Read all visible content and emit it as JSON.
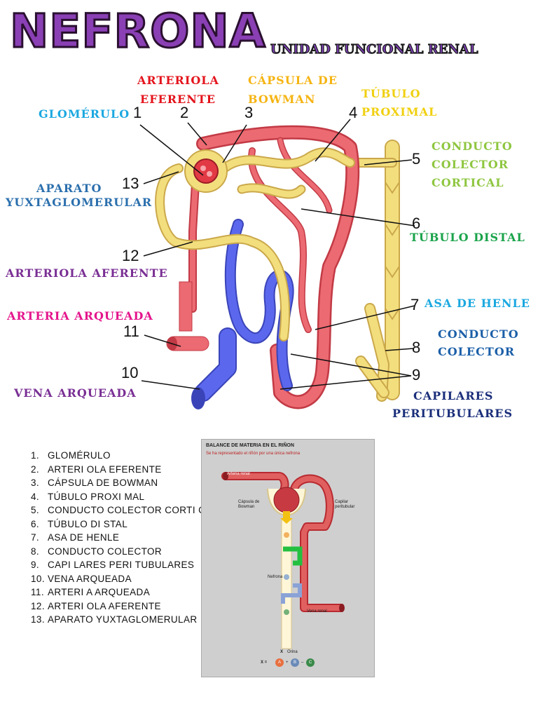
{
  "title": "NEFRONA",
  "subtitle": "UNIDAD FUNCIONAL RENAL",
  "colors": {
    "title": "#8a3fb4",
    "vessel_red": "#e8505a",
    "vein_blue": "#4b5ae8",
    "tubule_yellow": "#f3de7e"
  },
  "labels": {
    "glomerulo": "GLOMÉRULO",
    "arteriola_eferente_1": "ARTERIOLA",
    "arteriola_eferente_2": "EFERENTE",
    "capsula_1": "CÁPSULA DE",
    "capsula_2": "BOWMAN",
    "tubulo_proximal_1": "TÚBULO",
    "tubulo_proximal_2": "PROXIMAL",
    "conducto_cortical_1": "CONDUCTO",
    "conducto_cortical_2": "COLECTOR",
    "conducto_cortical_3": "CORTICAL",
    "aparato_1": "APARATO",
    "aparato_2": "YUXTAGLOMERULAR",
    "tubulo_distal": "TÚBULO DISTAL",
    "arteriola_aferente": "ARTERIOLA AFERENTE",
    "asa_henle": "ASA DE HENLE",
    "arteria_arqueada": "ARTERIA ARQUEADA",
    "conducto_colector_1": "CONDUCTO",
    "conducto_colector_2": "COLECTOR",
    "vena_arqueada": "VENA ARQUEADA",
    "capilares_1": "CAPILARES",
    "capilares_2": "PERITUBULARES"
  },
  "numbers": [
    "1",
    "2",
    "3",
    "4",
    "5",
    "6",
    "7",
    "8",
    "9",
    "10",
    "11",
    "12",
    "13"
  ],
  "legend": [
    {
      "n": "1.",
      "text": "GLOMÉRULO"
    },
    {
      "n": "2.",
      "text": "ARTERI OLA EFERENTE"
    },
    {
      "n": "3.",
      "text": "CÁPSULA DE BOWMAN"
    },
    {
      "n": "4.",
      "text": "TÚBULO PROXI MAL"
    },
    {
      "n": "5.",
      "text": "CONDUCTO COLECTOR CORTI CAL"
    },
    {
      "n": "6.",
      "text": "TÚBULO DI STAL"
    },
    {
      "n": "7.",
      "text": "ASA DE HENLE"
    },
    {
      "n": "8.",
      "text": "CONDUCTO COLECTOR"
    },
    {
      "n": "9.",
      "text": "CAPI LARES PERI TUBULARES"
    },
    {
      "n": "10.",
      "text": "VENA ARQUEADA"
    },
    {
      "n": "11.",
      "text": "ARTERI A ARQUEADA"
    },
    {
      "n": "12.",
      "text": "ARTERI OLA AFERENTE"
    },
    {
      "n": "13.",
      "text": "APARATO YUXTAGLOMERULAR"
    }
  ],
  "photo": {
    "title": "BALANCE DE MATERIA EN EL RIÑON",
    "subtitle": "Se ha representado el riñón por una única nefrona",
    "arteria_renal": "Arteria renal",
    "capsula": "Cápsula de",
    "bowman": "Bowman",
    "capilar": "Capilar",
    "peritubular": "peritubular",
    "nefrona": "Nefrona",
    "vena_renal": "Vena renal",
    "orina": "Orina",
    "x1": "X",
    "formula_x": "X =",
    "formula_a": "A",
    "formula_plus": "+",
    "formula_b": "B",
    "formula_minus": "–",
    "formula_c": "C"
  }
}
